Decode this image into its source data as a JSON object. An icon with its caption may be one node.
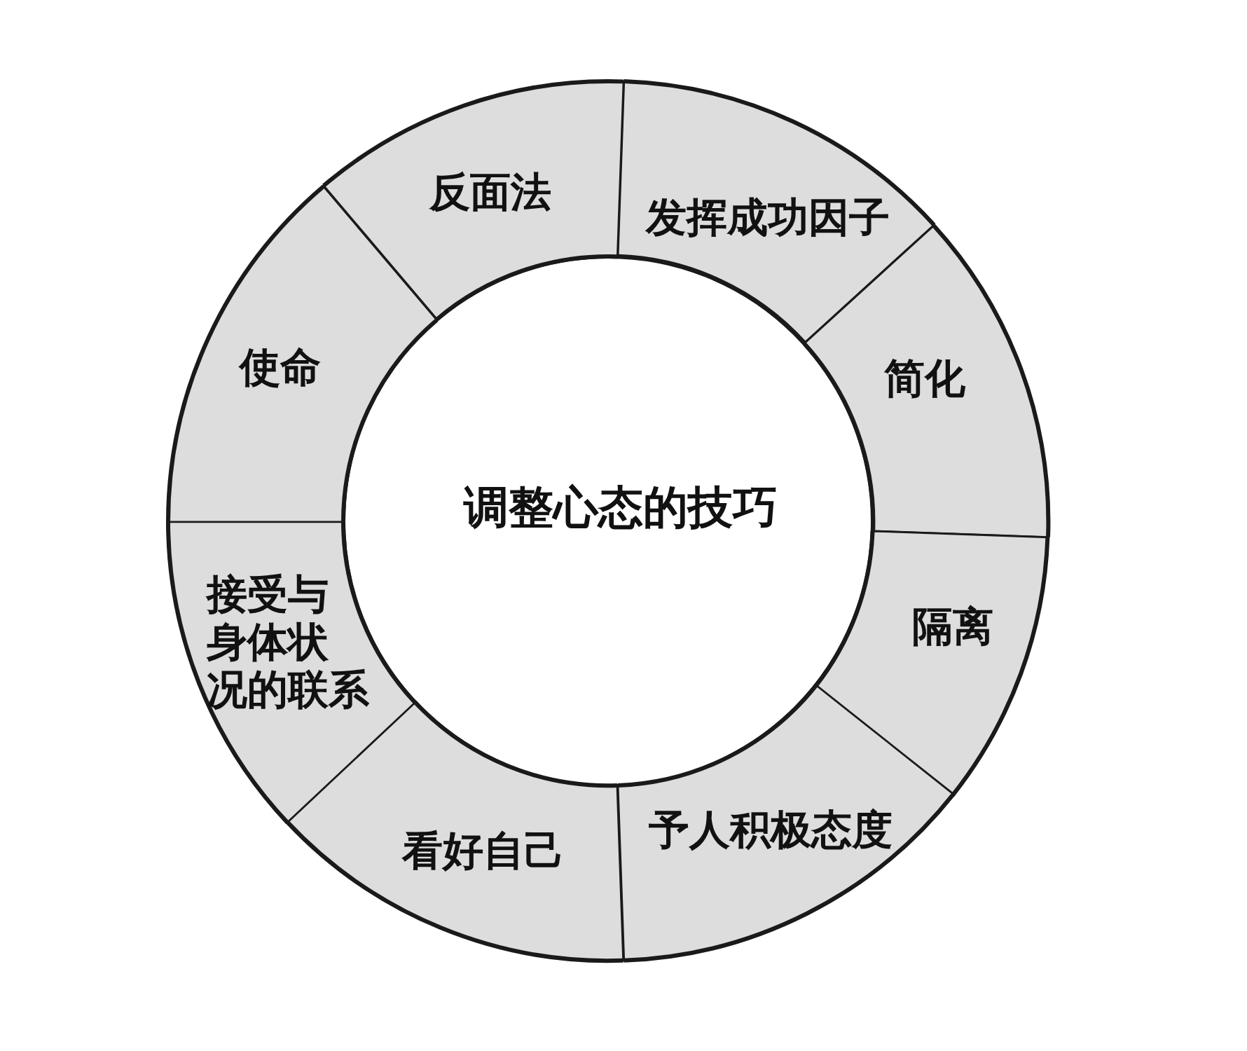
{
  "diagram": {
    "nodes": [
      {
        "text": [
          "调整心态的技巧"
        ]
      },
      {
        "text": [
          "发挥成功因子"
        ]
      },
      {
        "text": [
          "简化"
        ]
      },
      {
        "text": [
          "隔离"
        ]
      },
      {
        "text": [
          "予人积极态度"
        ]
      },
      {
        "text": [
          "看好自己"
        ]
      },
      {
        "text": [
          "接受与身体状况的联系"
        ]
      },
      {
        "text": [
          "使命"
        ]
      },
      {
        "text": [
          "反面法"
        ]
      }
    ]
  }
}
